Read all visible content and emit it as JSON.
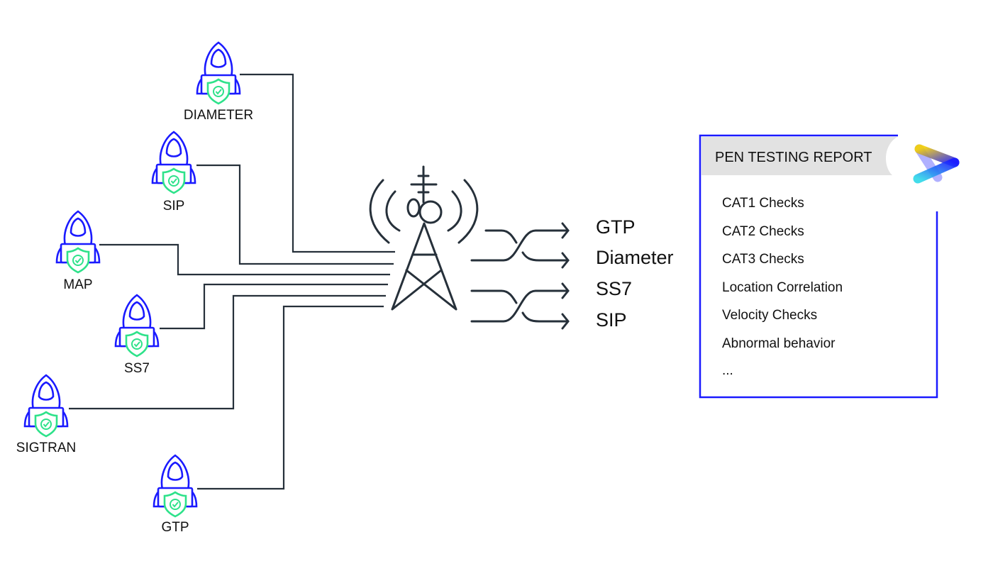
{
  "attackers": [
    {
      "label": "DIAMETER"
    },
    {
      "label": "SIP"
    },
    {
      "label": "MAP"
    },
    {
      "label": "SS7"
    },
    {
      "label": "SIGTRAN"
    },
    {
      "label": "GTP"
    }
  ],
  "protocols": [
    "GTP",
    "Diameter",
    "SS7",
    "SIP"
  ],
  "report": {
    "title": "PEN TESTING REPORT",
    "items": [
      "CAT1 Checks",
      "CAT2 Checks",
      "CAT3 Checks",
      "Location Correlation",
      "Velocity Checks",
      "Abnormal behavior",
      "..."
    ]
  },
  "colors": {
    "hacker": "#1a1aff",
    "shield": "#2ee28a",
    "line": "#26303a",
    "report_border": "#1a1aff",
    "header_bg": "#e2e2e2"
  }
}
